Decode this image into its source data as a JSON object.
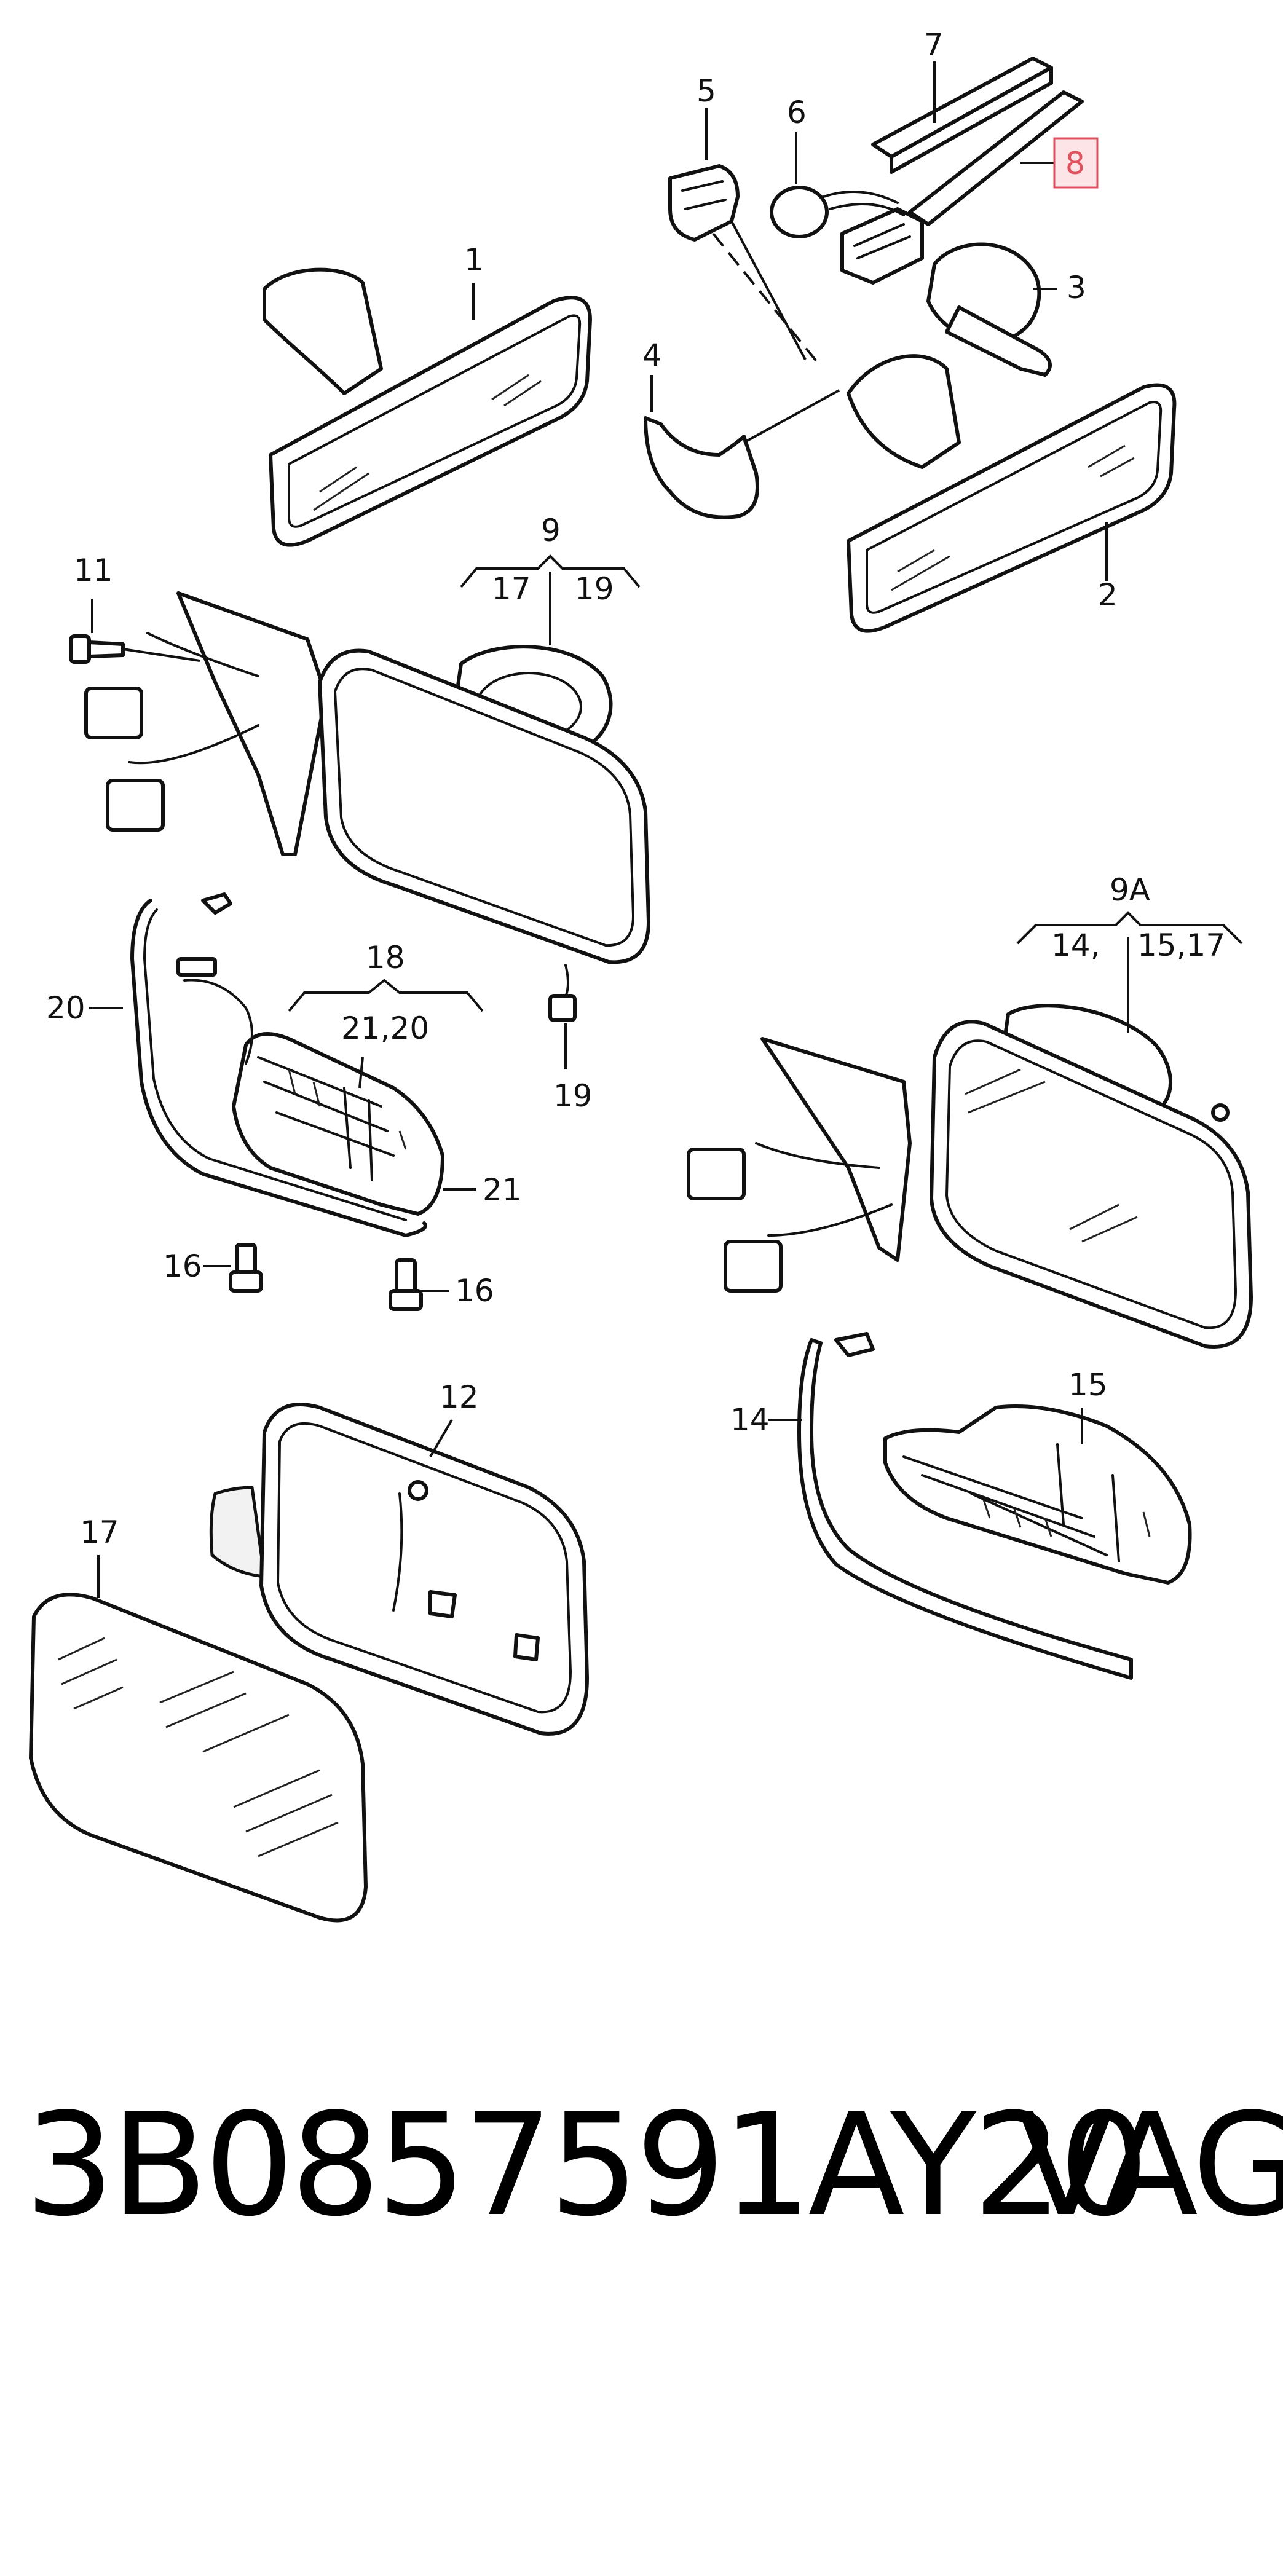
{
  "labels": {
    "l1": "1",
    "l2": "2",
    "l3": "3",
    "l4": "4",
    "l5": "5",
    "l6": "6",
    "l7": "7",
    "l8": "8",
    "l9": "9",
    "l9_17": "17",
    "l9_19": "19",
    "l9a": "9A",
    "l9a_14": "14,",
    "l9a_1517": "15,17",
    "l11": "11",
    "l12": "12",
    "l14": "14",
    "l15": "15",
    "l16a": "16",
    "l16b": "16",
    "l17": "17",
    "l18": "18",
    "l18_sub": "21,20",
    "l19": "19",
    "l20": "20",
    "l21": "21"
  },
  "highlight": {
    "part": "8",
    "color": "#e0525e",
    "fill": "#fde4e6"
  },
  "footer": {
    "part_number": "3B0857591AY20",
    "brand": "VAG"
  }
}
